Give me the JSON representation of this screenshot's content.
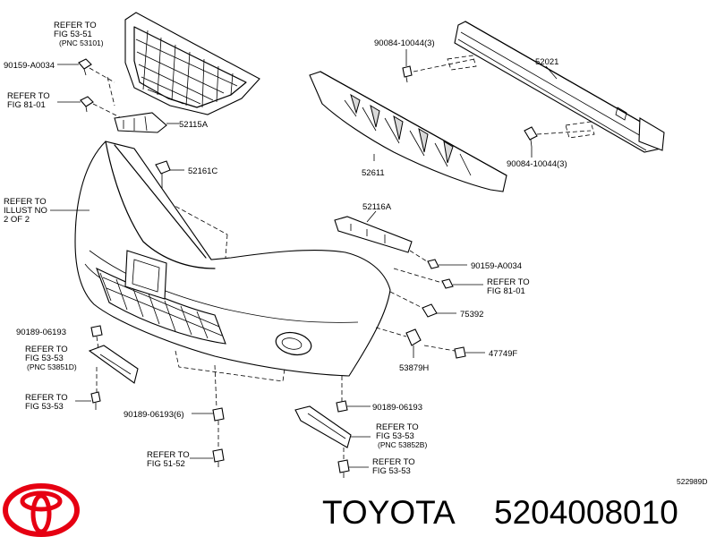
{
  "labels": {
    "grille_ref_1": "REFER TO",
    "grille_ref_2": "FIG 53-51",
    "grille_ref_3": "(PNC 53101)",
    "part_90159_top": "90159-A0034",
    "ref_81_top_1": "REFER TO",
    "ref_81_top_2": "FIG 81-01",
    "part_52115A": "52115A",
    "part_52161C": "52161C",
    "illust_1": "REFER TO",
    "illust_2": "ILLUST NO",
    "illust_3": "2 OF 2",
    "part_90084_top": "90084-10044(3)",
    "part_52021": "52021",
    "part_52611": "52611",
    "part_90084_bottom": "90084-10044(3)",
    "part_52116A": "52116A",
    "part_90159_right": "90159-A0034",
    "ref_81_right_1": "REFER TO",
    "ref_81_right_2": "FIG 81-01",
    "part_75392": "75392",
    "part_47749F": "47749F",
    "part_53879H": "53879H",
    "part_90189_left": "90189-06193",
    "ref_5353_l_1": "REFER TO",
    "ref_5353_l_2": "FIG 53-53",
    "ref_5353_l_3": "(PNC 53851D)",
    "ref_5353_l2_1": "REFER TO",
    "ref_5353_l2_2": "FIG 53-53",
    "part_90189_six": "90189-06193(6)",
    "ref_5152_1": "REFER TO",
    "ref_5152_2": "FIG 51-52",
    "part_90189_right": "90189-06193",
    "ref_5353_r_1": "REFER TO",
    "ref_5353_r_2": "FIG 53-53",
    "ref_5353_r_3": "(PNC 53852B)",
    "ref_5353_r2_1": "REFER TO",
    "ref_5353_r2_2": "FIG 53-53",
    "diagram_code": "522989D"
  },
  "footer": {
    "brand": "TOYOTA",
    "part_number": "5204008010",
    "logo_icon": "toyota-logo-icon",
    "logo_color": "#e60012"
  }
}
